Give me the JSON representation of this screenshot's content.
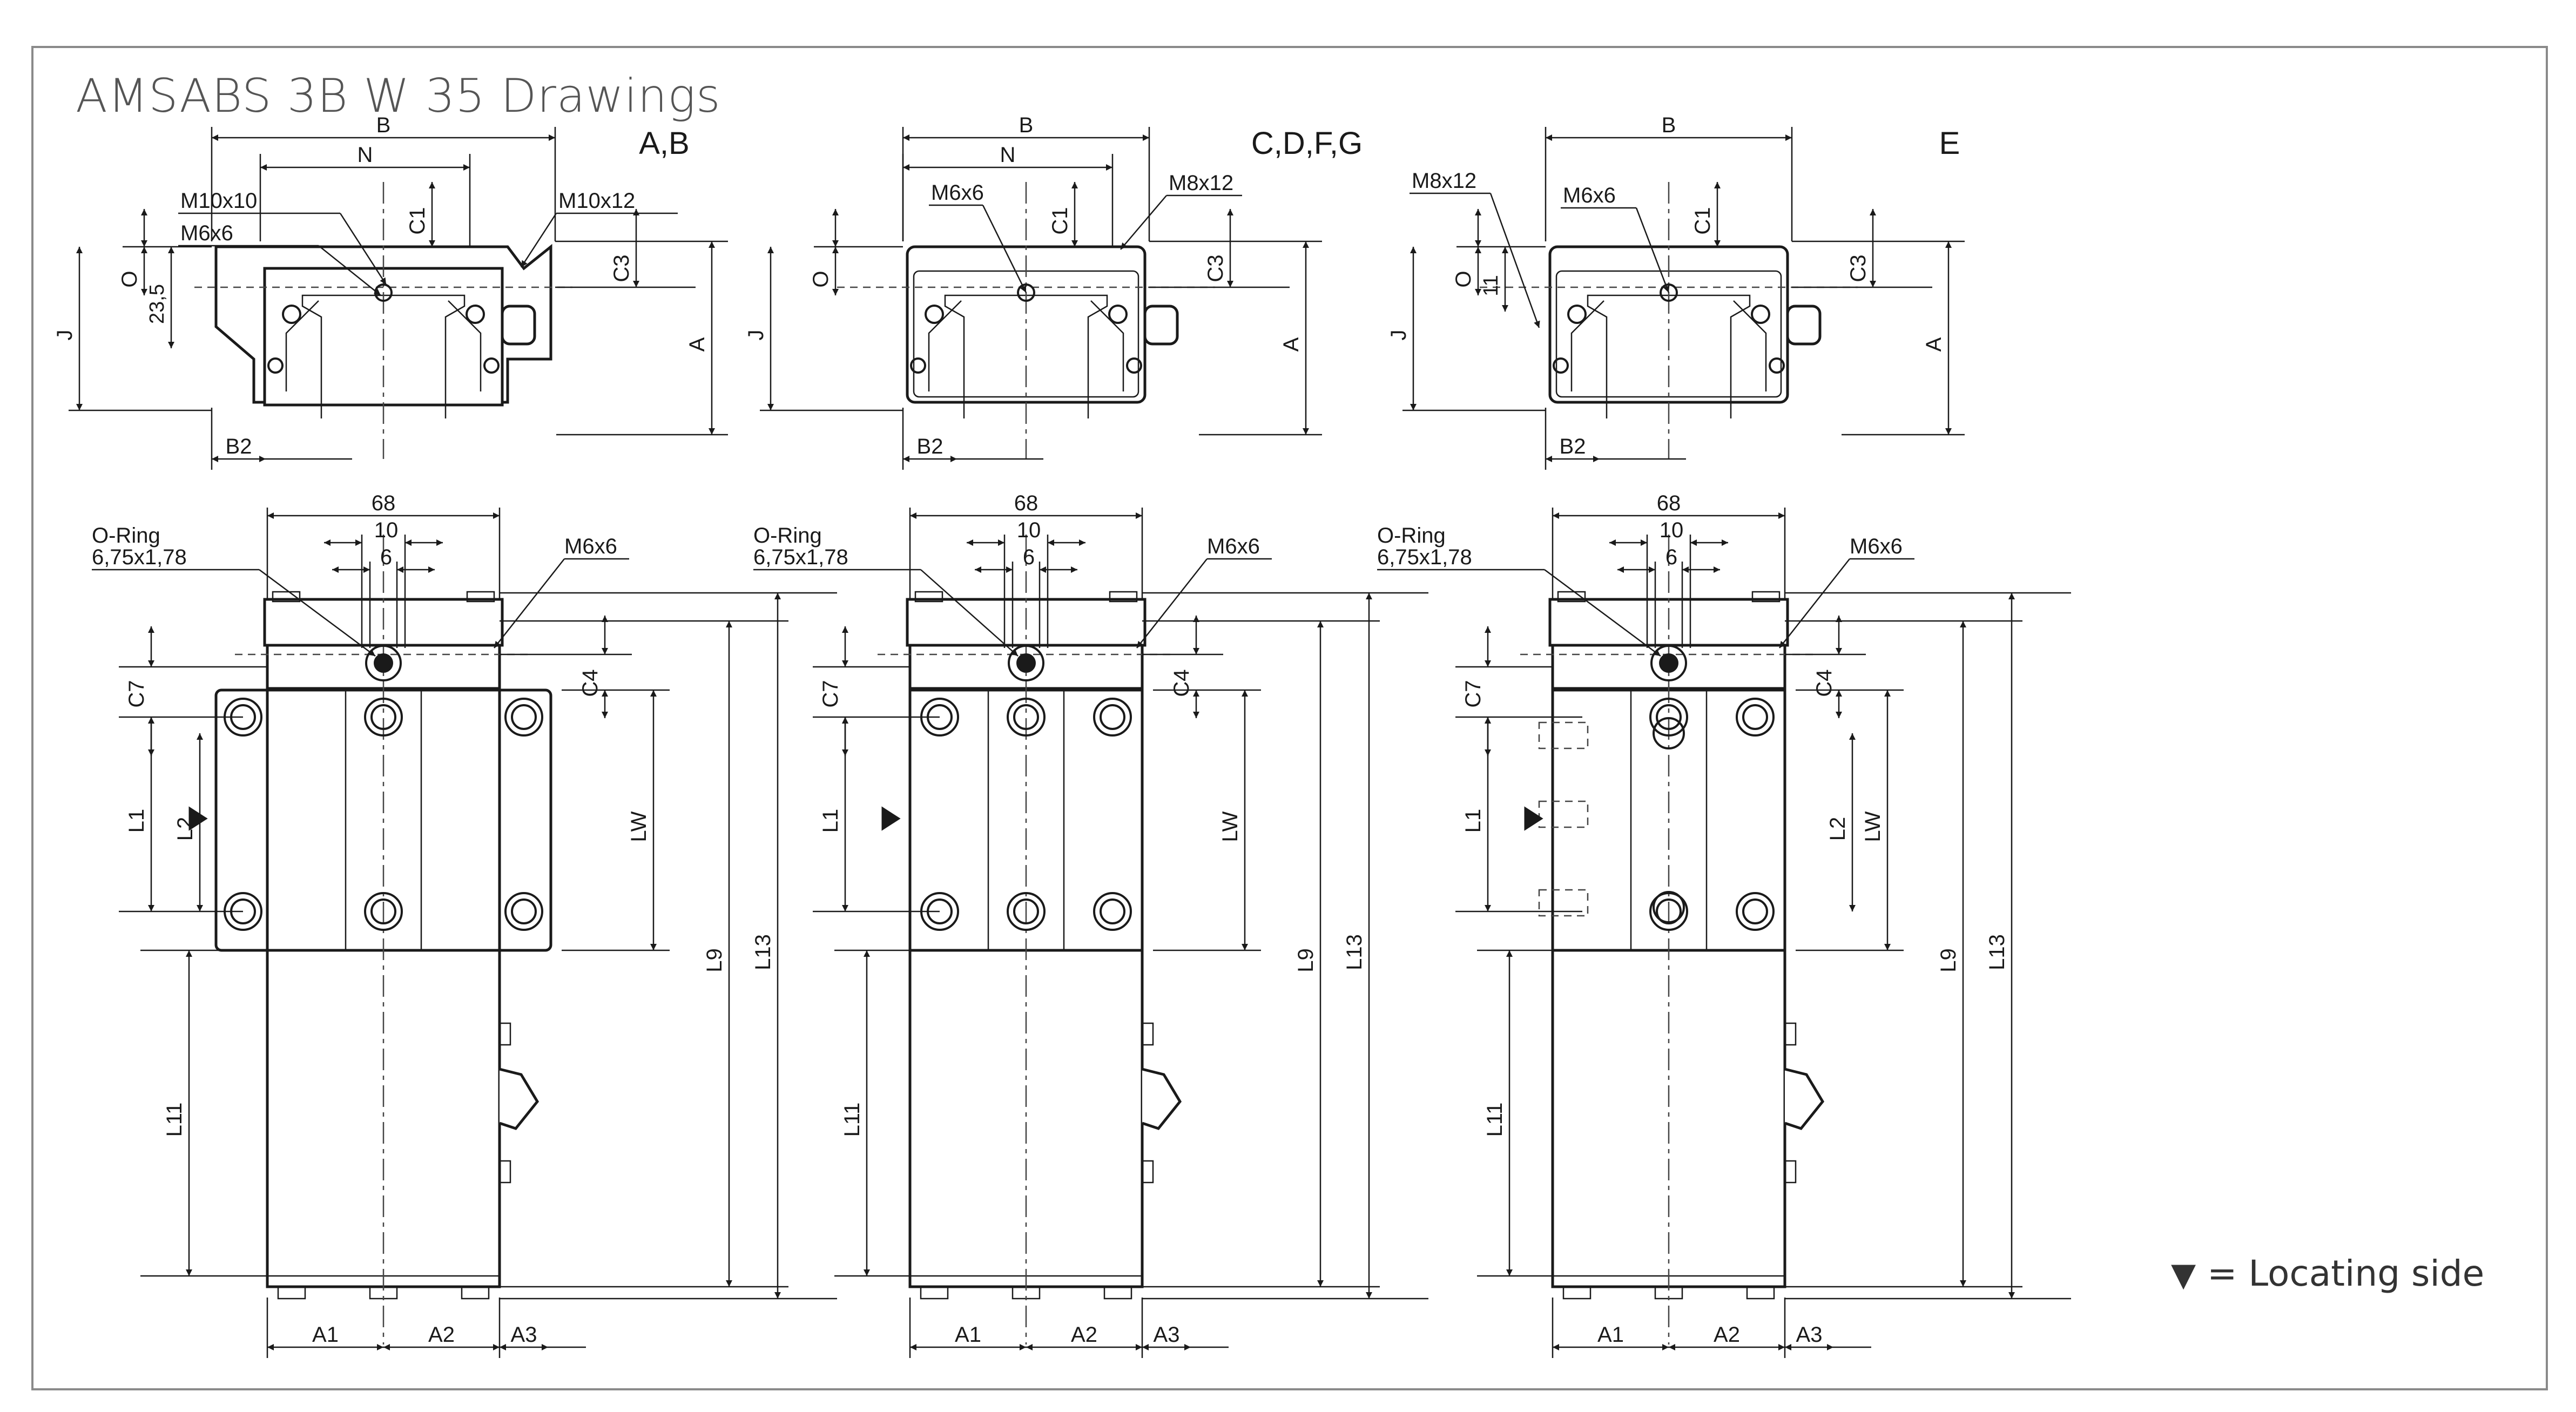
{
  "title": "AMSABS 3B W 35 Drawings",
  "legend": {
    "symbol": "▼",
    "text": "= Locating side"
  },
  "variants": [
    {
      "id": "v1",
      "label": "A,B",
      "top_labels": {
        "b": "B",
        "n": "N",
        "b2": "B2",
        "o": "O",
        "j": "J",
        "c1": "C1",
        "c3": "C3",
        "a": "A",
        "extra_height": "23,5",
        "callout_1": "M10x10",
        "callout_2": "M6x6",
        "callout_3": "M10x12"
      }
    },
    {
      "id": "v2",
      "label": "C,D,F,G",
      "top_labels": {
        "b": "B",
        "n": "N",
        "b2": "B2",
        "o": "O",
        "j": "J",
        "c1": "C1",
        "c3": "C3",
        "a": "A",
        "callout_2": "M6x6",
        "callout_3": "M8x12"
      }
    },
    {
      "id": "v3",
      "label": "E",
      "top_labels": {
        "b": "B",
        "b2": "B2",
        "o": "O",
        "j": "J",
        "c1": "C1",
        "c3": "C3",
        "a": "A",
        "extra_height": "11",
        "callout_1": "M8x12",
        "callout_2": "M6x6"
      }
    }
  ],
  "bottom_labels": {
    "width_68": "68",
    "width_10": "10",
    "width_6": "6",
    "oring_1": "O-Ring",
    "oring_2": "6,75x1,78",
    "thread": "M6x6",
    "c7": "C7",
    "c4": "C4",
    "l1": "L1",
    "l2": "L2",
    "lw": "LW",
    "l9": "L9",
    "l13": "L13",
    "l11": "L11",
    "a1": "A1",
    "a2": "A2",
    "a3": "A3"
  },
  "locating_marker": "▼"
}
